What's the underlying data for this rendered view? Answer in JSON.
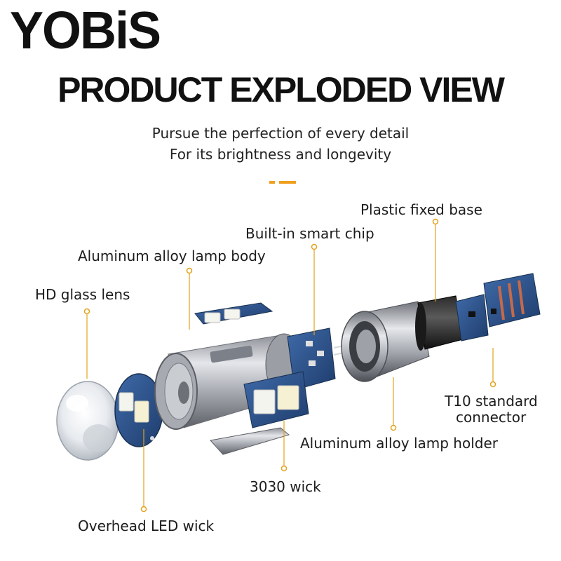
{
  "brand": {
    "name": "YOBiS"
  },
  "headline": "PRODUCT EXPLODED VIEW",
  "tagline": {
    "line1": "Pursue the perfection of every detail",
    "line2": "For its brightness and longevity"
  },
  "colors": {
    "accent": "#f0a020",
    "leader": "#e3a21a",
    "text": "#1c1c1c",
    "pcb_blue": "#2a4f86",
    "aluminum": "#b9bcc2"
  },
  "callouts": {
    "plastic_fixed_base": "Plastic fixed base",
    "built_in_smart_chip": "Built-in smart chip",
    "aluminum_alloy_lamp_body": "Aluminum alloy lamp body",
    "hd_glass_lens": "HD glass lens",
    "t10_line1": "T10 standard",
    "t10_line2": "connector",
    "aluminum_alloy_lamp_holder": "Aluminum alloy lamp holder",
    "wick_3030": "3030 wick",
    "overhead_led_wick": "Overhead LED wick"
  }
}
